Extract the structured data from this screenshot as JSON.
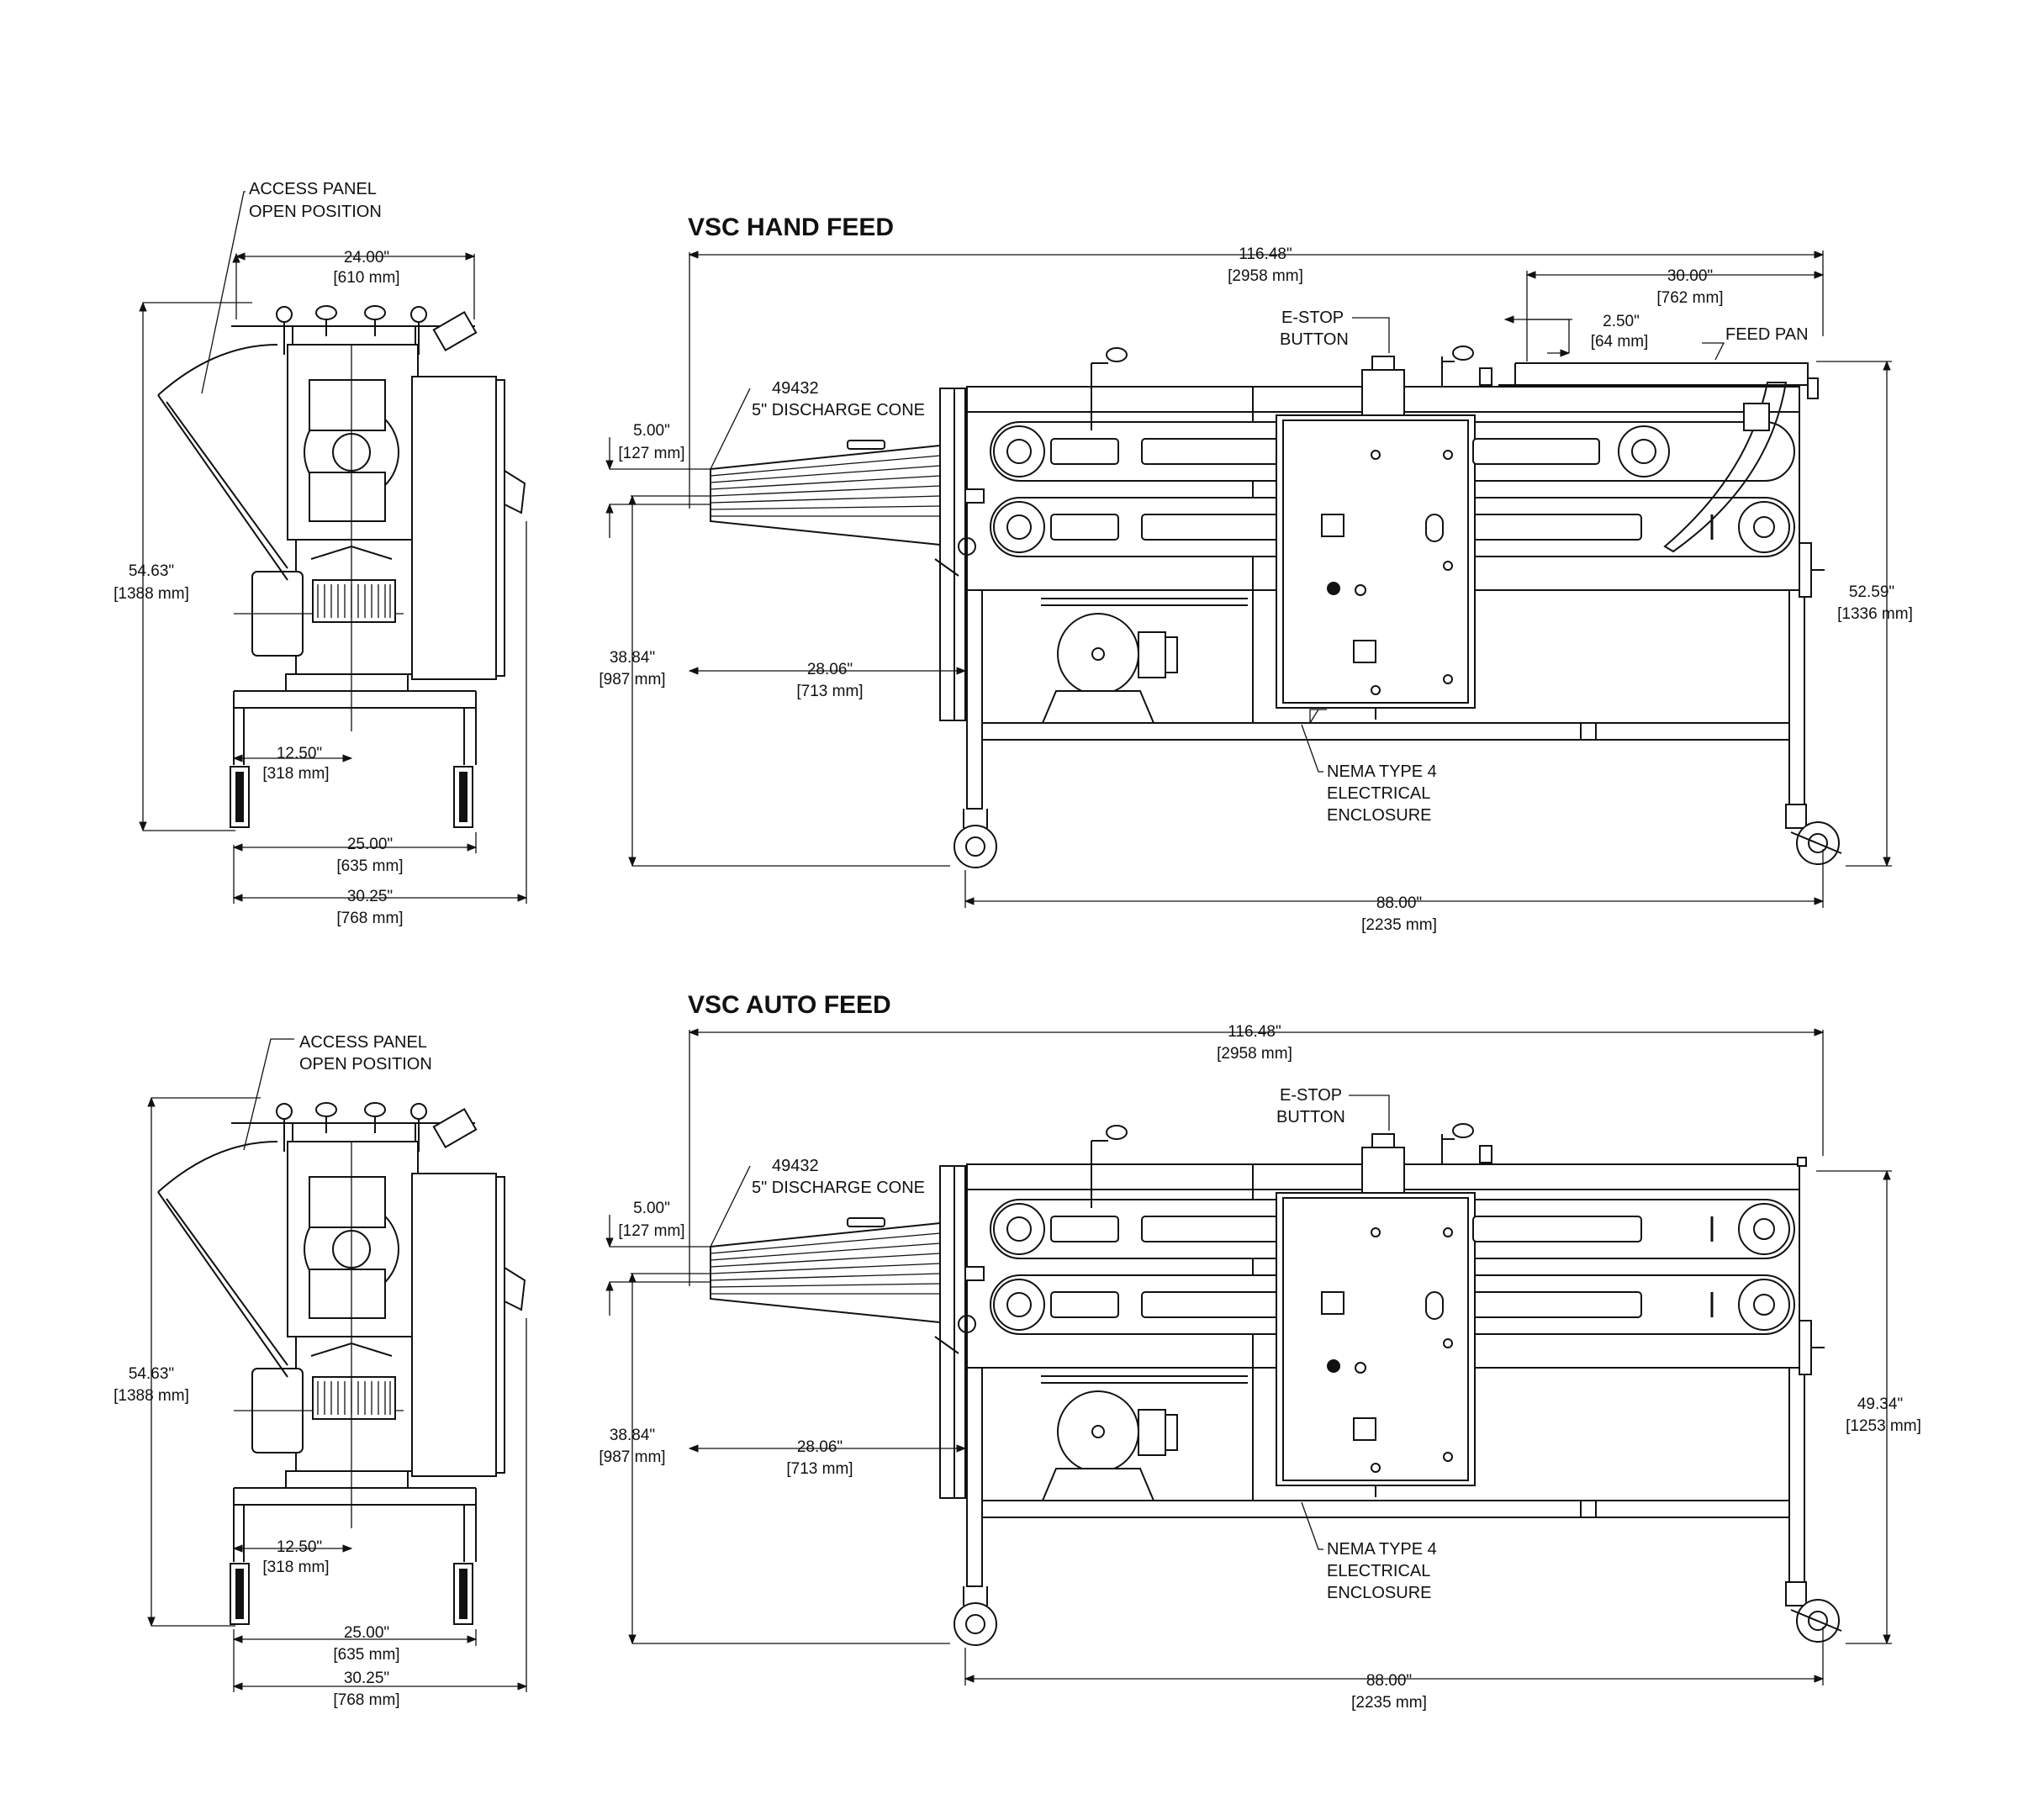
{
  "views": [
    {
      "title": "VSC HAND FEED",
      "side": {
        "access_label_1": "ACCESS PANEL",
        "access_label_2": "OPEN POSITION",
        "w_top_in": "24.00\"",
        "w_top_mm": "[610 mm]",
        "h_in": "54.63\"",
        "h_mm": "[1388 mm]",
        "half_in": "12.50\"",
        "half_mm": "[318 mm]",
        "wheel_in": "25.00\"",
        "wheel_mm": "[635 mm]",
        "overall_in": "30.25\"",
        "overall_mm": "[768 mm]"
      },
      "front": {
        "len_in": "116.48\"",
        "len_mm": "[2958 mm]",
        "feed_in": "30.00\"",
        "feed_mm": "[762 mm]",
        "pan_in": "2.50\"",
        "pan_mm": "[64 mm]",
        "feed_pan_label": "FEED PAN",
        "estop_1": "E-STOP",
        "estop_2": "BUTTON",
        "cone_part": "49432",
        "cone_label": "5\" DISCHARGE CONE",
        "cone_in": "5.00\"",
        "cone_mm": "[127 mm]",
        "dh_in": "38.84\"",
        "dh_mm": "[987 mm]",
        "cl_in": "28.06\"",
        "cl_mm": "[713 mm]",
        "nema_1": "NEMA TYPE 4",
        "nema_2": "ELECTRICAL",
        "nema_3": "ENCLOSURE",
        "frame_in": "88.00\"",
        "frame_mm": "[2235 mm]",
        "h_in": "52.59\"",
        "h_mm": "[1336 mm]"
      }
    },
    {
      "title": "VSC AUTO FEED",
      "side": {
        "access_label_1": "ACCESS PANEL",
        "access_label_2": "OPEN POSITION",
        "h_in": "54.63\"",
        "h_mm": "[1388 mm]",
        "half_in": "12.50\"",
        "half_mm": "[318 mm]",
        "wheel_in": "25.00\"",
        "wheel_mm": "[635 mm]",
        "overall_in": "30.25\"",
        "overall_mm": "[768 mm]"
      },
      "front": {
        "len_in": "116.48\"",
        "len_mm": "[2958 mm]",
        "estop_1": "E-STOP",
        "estop_2": "BUTTON",
        "cone_part": "49432",
        "cone_label": "5\" DISCHARGE CONE",
        "cone_in": "5.00\"",
        "cone_mm": "[127 mm]",
        "dh_in": "38.84\"",
        "dh_mm": "[987 mm]",
        "cl_in": "28.06\"",
        "cl_mm": "[713 mm]",
        "nema_1": "NEMA TYPE 4",
        "nema_2": "ELECTRICAL",
        "nema_3": "ENCLOSURE",
        "frame_in": "88.00\"",
        "frame_mm": "[2235 mm]",
        "h_in": "49.34\"",
        "h_mm": "[1253 mm]"
      }
    }
  ]
}
